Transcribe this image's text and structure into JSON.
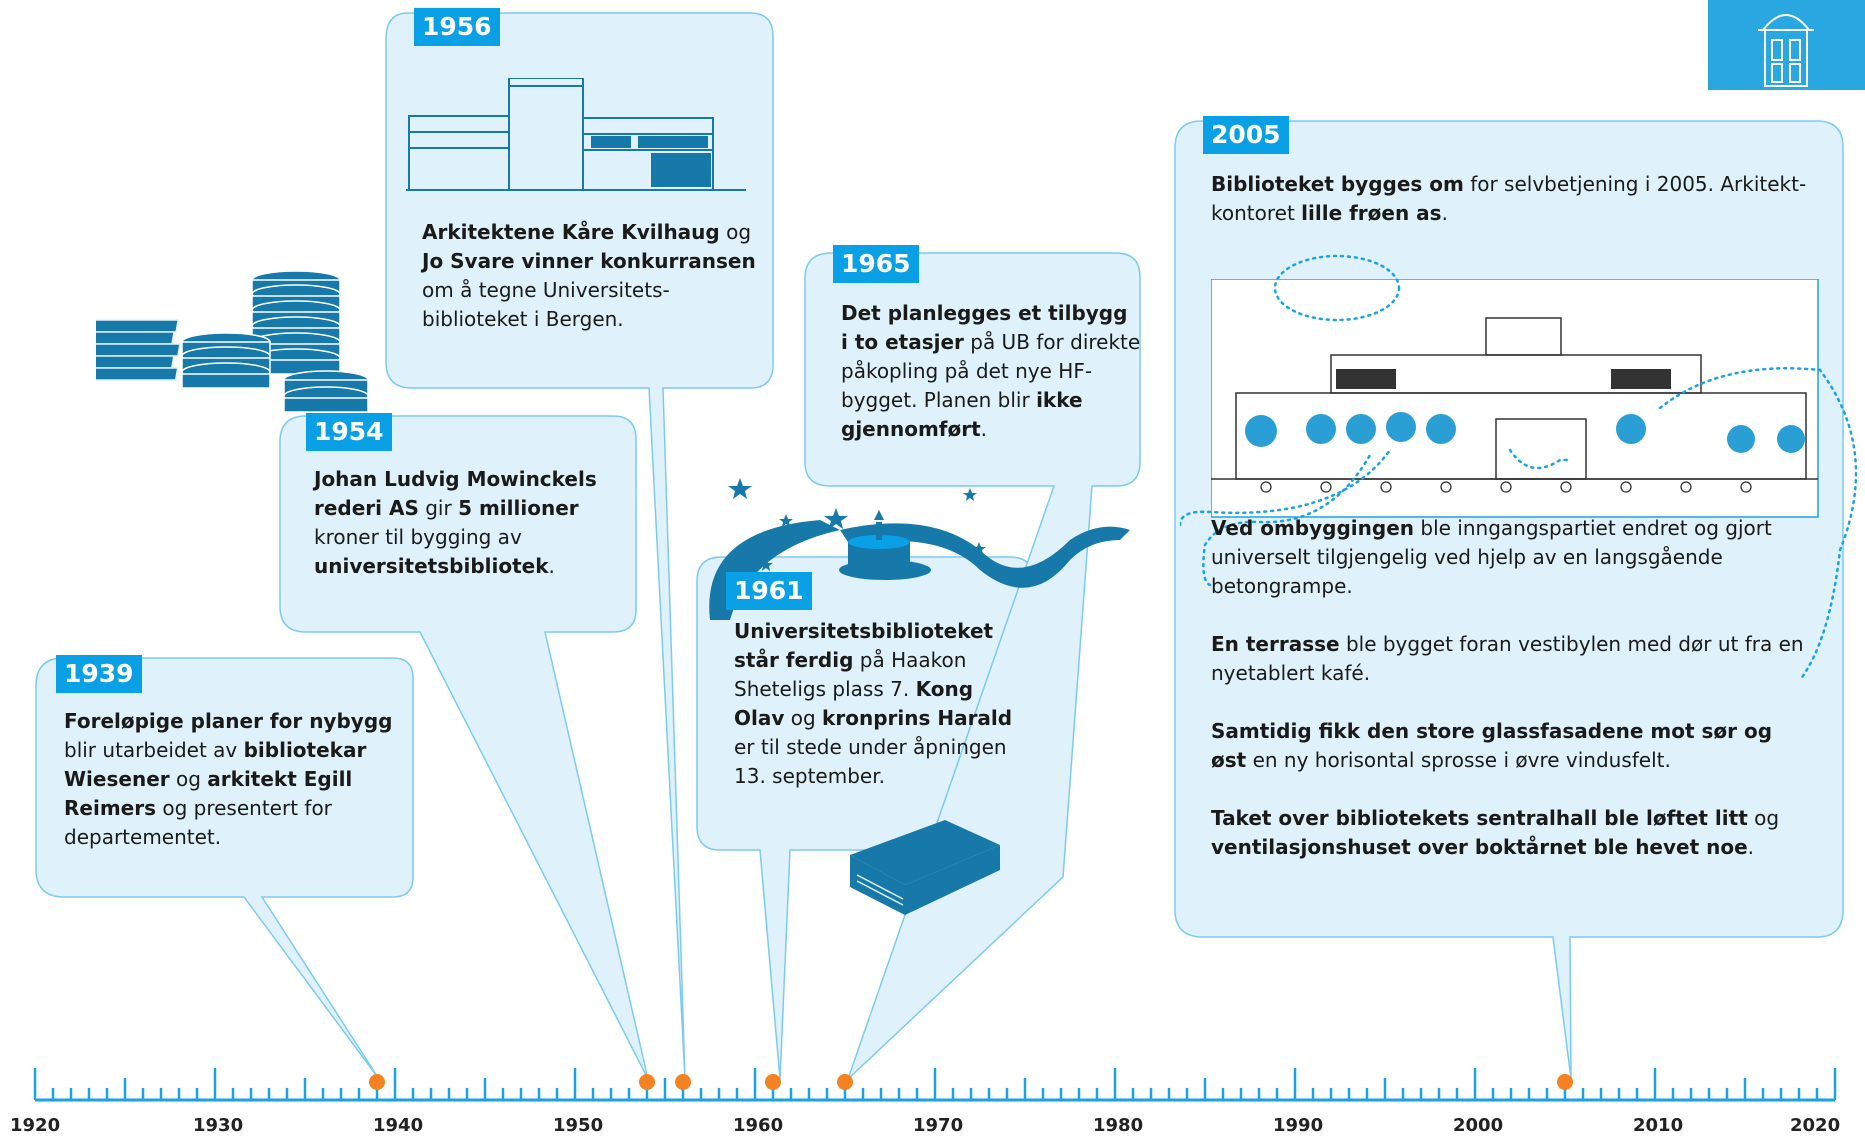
{
  "entries": [
    {
      "year": "1939",
      "paragraphs": [
        [
          {
            "t": "Foreløpige planer for nybygg",
            "b": true
          },
          {
            "t": " blir utarbeidet av "
          },
          {
            "t": "bibliotekar Wiesener",
            "b": true
          },
          {
            "t": " og "
          },
          {
            "t": "arkitekt Egill Reimers",
            "b": true
          },
          {
            "t": " og presentert for departementet."
          }
        ]
      ]
    },
    {
      "year": "1954",
      "paragraphs": [
        [
          {
            "t": "Johan Ludvig Mowinckels rederi AS",
            "b": true
          },
          {
            "t": " gir "
          },
          {
            "t": "5 millioner",
            "b": true
          },
          {
            "t": " kroner til bygging av "
          },
          {
            "t": "universitetsbibliotek",
            "b": true
          },
          {
            "t": "."
          }
        ]
      ]
    },
    {
      "year": "1956",
      "paragraphs": [
        [
          {
            "t": "Arkitektene Kåre Kvilhaug",
            "b": true
          },
          {
            "t": " og "
          },
          {
            "t": "Jo Svare vinner konkurransen",
            "b": true
          },
          {
            "t": " om å tegne Universitets­biblioteket i Bergen."
          }
        ]
      ]
    },
    {
      "year": "1961",
      "paragraphs": [
        [
          {
            "t": "Universitetsbiblioteket står ferdig",
            "b": true
          },
          {
            "t": " på Haakon Sheteligs plass 7. "
          },
          {
            "t": "Kong Olav",
            "b": true
          },
          {
            "t": " og "
          },
          {
            "t": "kronprins Harald",
            "b": true
          },
          {
            "t": " er til stede under åpningen 13. september."
          }
        ]
      ]
    },
    {
      "year": "1965",
      "paragraphs": [
        [
          {
            "t": "Det planlegges et tilbygg i to etasjer",
            "b": true
          },
          {
            "t": " på UB for direkte påkopling på det nye HF-bygget. Planen blir "
          },
          {
            "t": "ikke gjennomført",
            "b": true
          },
          {
            "t": "."
          }
        ]
      ]
    },
    {
      "year": "2005",
      "paragraphs": [
        [
          {
            "t": "Biblioteket bygges om",
            "b": true
          },
          {
            "t": " for selvbetjening i 2005. Arkitekt­kontoret "
          },
          {
            "t": "lille frøen as",
            "b": true
          },
          {
            "t": "."
          }
        ],
        [
          {
            "t": "Ved ombyggingen",
            "b": true
          },
          {
            "t": " ble inngangspartiet endret og gjort universelt tilgjengelig ved hjelp av en langsgående betongrampe."
          }
        ],
        [
          {
            "t": "En terrasse",
            "b": true
          },
          {
            "t": " ble bygget foran vestibylen med dør ut fra en nyetablert kafé."
          }
        ],
        [
          {
            "t": "Samtidig fikk den store glassfasadene mot sør og øst",
            "b": true
          },
          {
            "t": " en ny horisontal sprosse i øvre vindusfelt."
          }
        ],
        [
          {
            "t": "Taket over bibliotekets sentralhall ble løftet litt",
            "b": true
          },
          {
            "t": " og "
          },
          {
            "t": "ventilasjonshuset over boktårnet ble hevet noe",
            "b": true
          },
          {
            "t": "."
          }
        ]
      ]
    }
  ],
  "axis": {
    "labels": [
      "1920",
      "1930",
      "1940",
      "1950",
      "1960",
      "1970",
      "1980",
      "1990",
      "2000",
      "2010",
      "2020"
    ],
    "min": 1920,
    "max": 2020,
    "event_years": [
      1939,
      1954,
      1956,
      1961,
      1965,
      2005
    ]
  },
  "colors": {
    "callout_fill": "#dff1fa",
    "callout_stroke": "#7ccbef",
    "year_tag": "#0aa0e6",
    "axis": "#1aa3e3",
    "marker": "#f58220",
    "illustration": "#1679a9"
  }
}
